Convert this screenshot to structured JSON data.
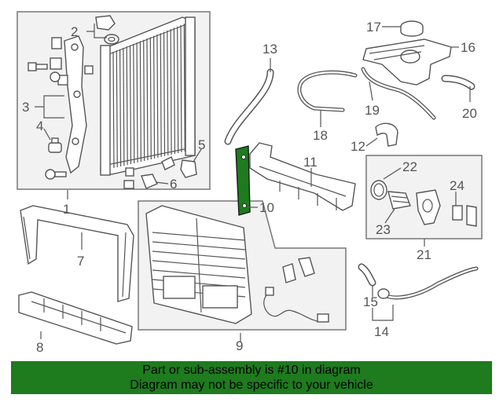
{
  "callouts": {
    "c1": "1",
    "c2": "2",
    "c3": "3",
    "c4": "4",
    "c5": "5",
    "c6": "6",
    "c7": "7",
    "c8": "8",
    "c9": "9",
    "c10": "10",
    "c11": "11",
    "c12": "12",
    "c13": "13",
    "c14": "14",
    "c15": "15",
    "c16": "16",
    "c17": "17",
    "c18": "18",
    "c19": "19",
    "c20": "20",
    "c21": "21",
    "c22": "22",
    "c23": "23",
    "c24": "24"
  },
  "banner": {
    "line1": "Part or sub-assembly is #10 in diagram",
    "line2": "Diagram may not be specific to your vehicle"
  },
  "colors": {
    "highlight_part": "#1e7b1e",
    "banner_background": "#1e7b1e",
    "line_art": "#555555"
  }
}
